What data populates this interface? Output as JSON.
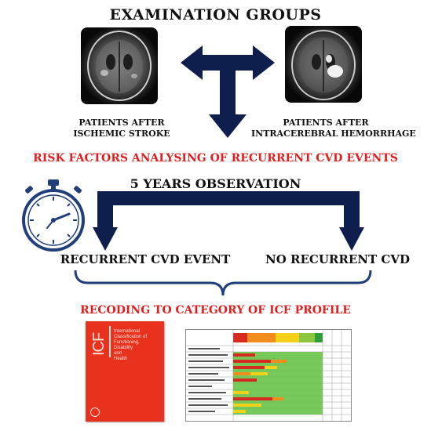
{
  "title": "EXAMINATION GROUPS",
  "left_group": {
    "line1": "PATIENTS AFTER",
    "line2": "ISCHEMIC STROKE"
  },
  "right_group": {
    "line1": "PATIENTS AFTER",
    "line2": "INTRACEREBRAL HEMORRHAGE"
  },
  "risk_factors": "RISK FACTORS ANALYSING OF RECURRENT CVD EVENTS",
  "observation": "5 YEARS OBSERVATION",
  "outcome_left": "RECURRENT CVD EVENT",
  "outcome_right": "NO RECURRENT CVD",
  "recoding": "RECODING TO CATEGORY OF ICF PROFILE",
  "icf_book": {
    "acronym": "ICF",
    "title_lines": [
      "International",
      "Classification of",
      "Functioning,",
      "Disability",
      "and",
      "Health"
    ]
  },
  "colors": {
    "arrow": "#0e1f4d",
    "accent_red": "#e02020",
    "book_red": "#e8321e"
  }
}
